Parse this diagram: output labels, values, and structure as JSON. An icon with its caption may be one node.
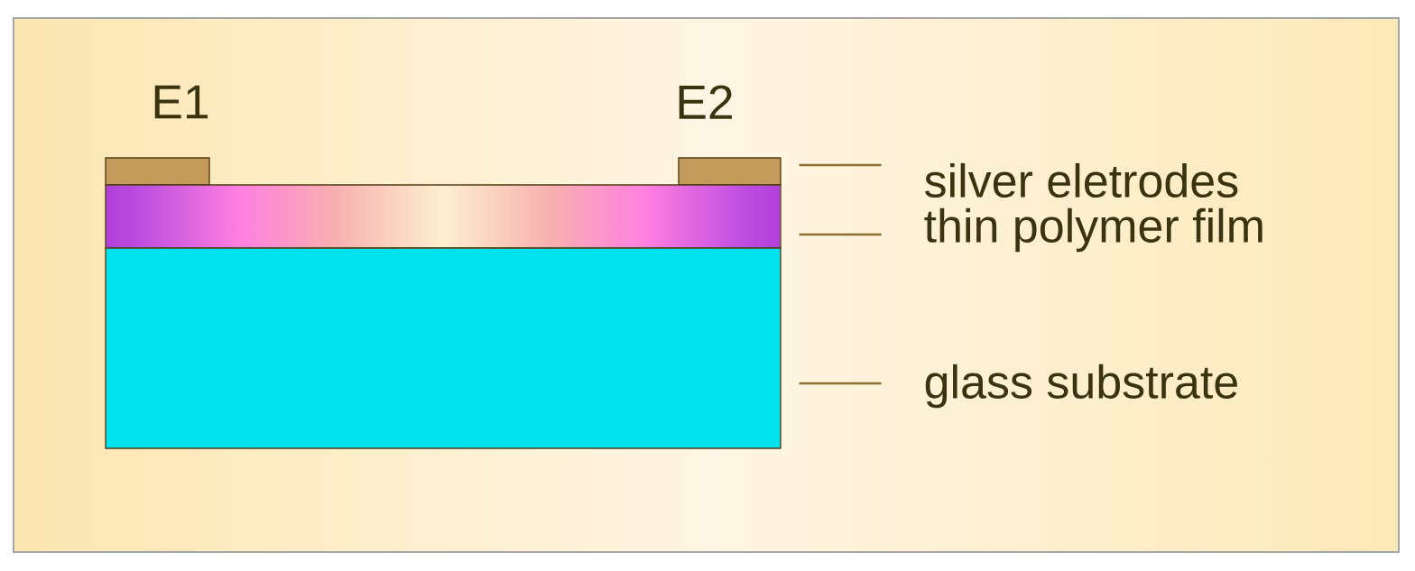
{
  "diagram": {
    "nodes": [
      {
        "text": [],
        "shape": "box",
        "beside": [
          "E1"
        ]
      },
      {
        "text": [],
        "shape": "box",
        "beside": [
          "E2"
        ]
      },
      {
        "text": [],
        "shape": "box"
      },
      {
        "text": [],
        "shape": "box"
      },
      {
        "text": [
          "silver eletrodes"
        ]
      },
      {
        "text": [
          "thin polymer film"
        ]
      },
      {
        "text": [
          "glass substrate"
        ]
      }
    ],
    "edges": [
      {
        "from": 4,
        "to": 1,
        "arrow": "none"
      },
      {
        "from": 5,
        "to": 2,
        "arrow": "none"
      },
      {
        "from": 6,
        "to": 3,
        "arrow": "none"
      }
    ]
  }
}
